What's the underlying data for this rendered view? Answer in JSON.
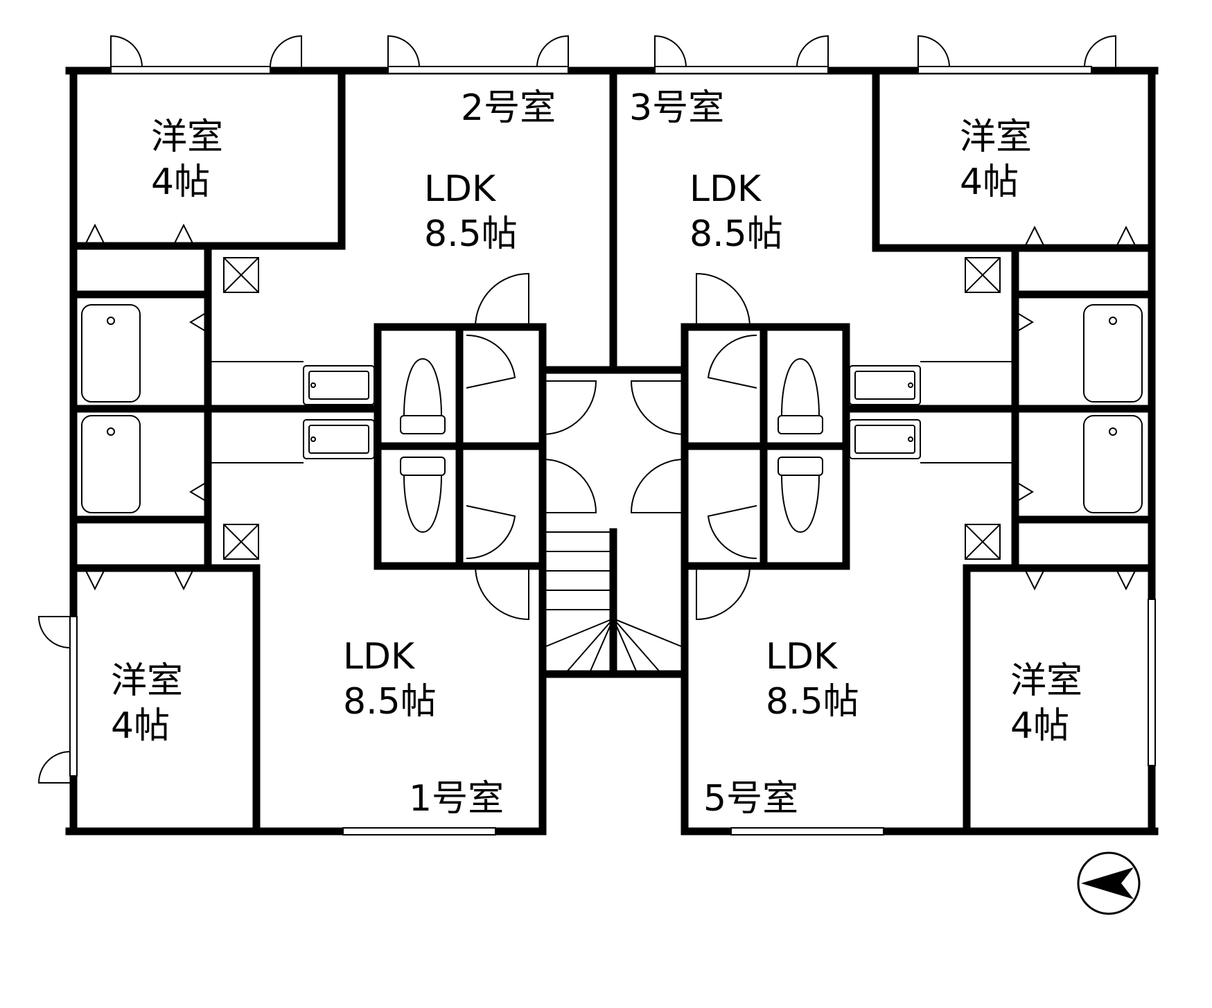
{
  "floorplan": {
    "units": [
      {
        "id": "unit-1",
        "label": "1号室",
        "rooms": [
          {
            "type": "LDK",
            "size": "8.5帖"
          },
          {
            "type": "洋室",
            "size": "4帖"
          }
        ]
      },
      {
        "id": "unit-2",
        "label": "2号室",
        "rooms": [
          {
            "type": "LDK",
            "size": "8.5帖"
          },
          {
            "type": "洋室",
            "size": "4帖"
          }
        ]
      },
      {
        "id": "unit-3",
        "label": "3号室",
        "rooms": [
          {
            "type": "LDK",
            "size": "8.5帖"
          },
          {
            "type": "洋室",
            "size": "4帖"
          }
        ]
      },
      {
        "id": "unit-5",
        "label": "5号室",
        "rooms": [
          {
            "type": "LDK",
            "size": "8.5帖"
          },
          {
            "type": "洋室",
            "size": "4帖"
          }
        ]
      }
    ],
    "north_arrow": "north-arrow-icon",
    "colors": {
      "line": "#000000",
      "background": "#ffffff"
    }
  }
}
